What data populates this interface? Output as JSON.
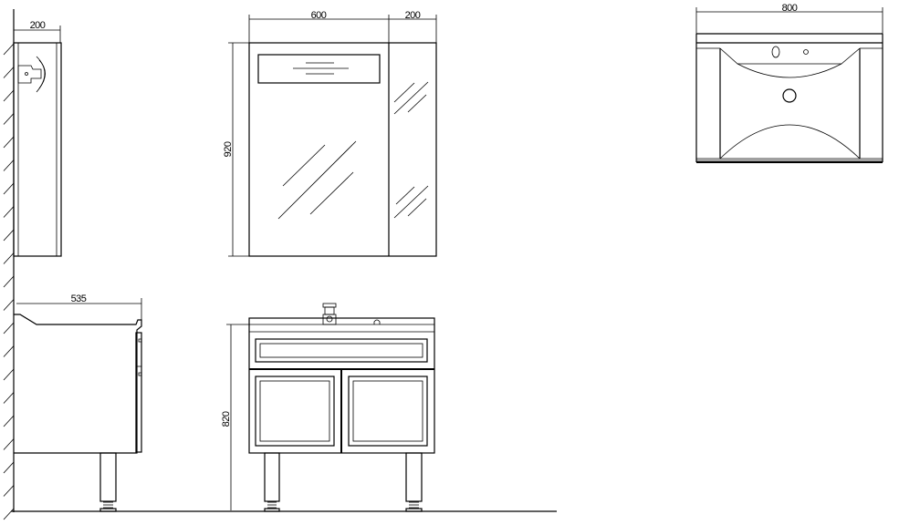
{
  "drawing": {
    "mirror_side": {
      "depth": "200"
    },
    "mirror_front": {
      "width_main": "600",
      "width_side": "200",
      "height": "920"
    },
    "basin_top": {
      "width": "800"
    },
    "cabinet_side": {
      "depth": "535"
    },
    "cabinet_front": {
      "height": "820"
    }
  },
  "colors": {
    "line": "#000000",
    "background": "#ffffff"
  }
}
